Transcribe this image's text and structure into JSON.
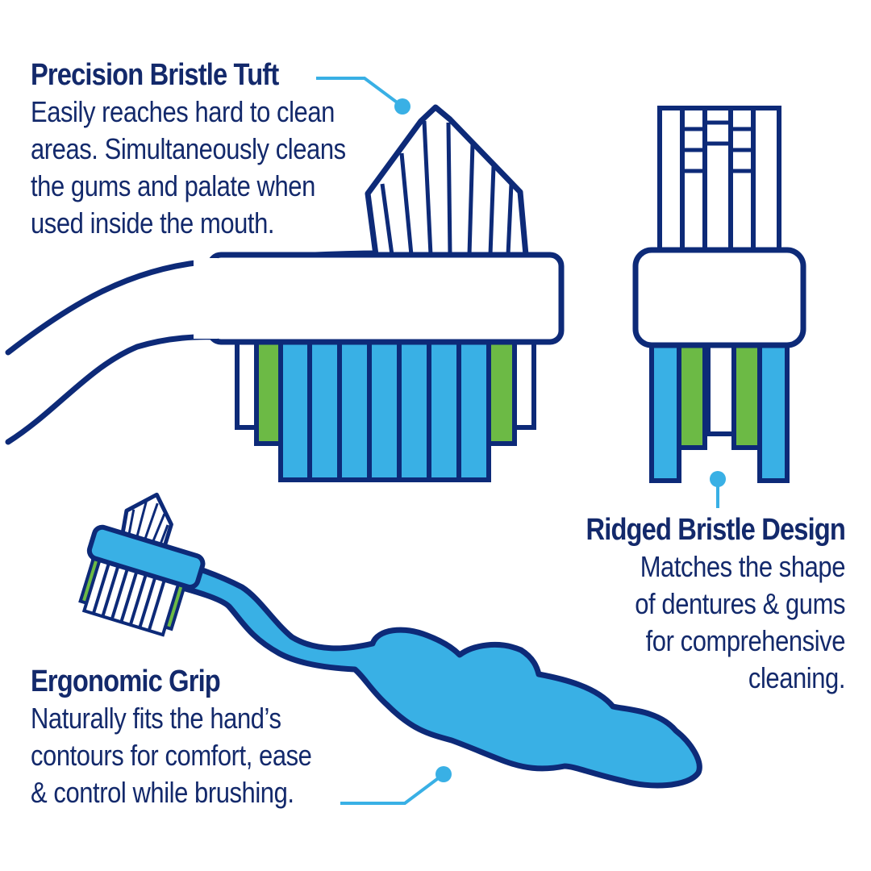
{
  "colors": {
    "navy": "#13296b",
    "outline": "#0d2a78",
    "blue": "#39b0e5",
    "green": "#6cba45",
    "leader": "#39b0e5",
    "white": "#ffffff"
  },
  "callouts": {
    "precision": {
      "title": "Precision Bristle Tuft",
      "lines": [
        "Easily reaches hard to clean",
        "areas. Simultaneously cleans",
        "the gums and palate when",
        "used inside the mouth."
      ]
    },
    "ridged": {
      "title": "Ridged Bristle Design",
      "lines": [
        "Matches the shape",
        "of dentures & gums",
        "for comprehensive",
        "cleaning."
      ]
    },
    "ergonomic": {
      "title": "Ergonomic Grip",
      "lines": [
        "Naturally fits the hand’s",
        "contours for comfort, ease",
        "& control while brushing."
      ]
    }
  }
}
